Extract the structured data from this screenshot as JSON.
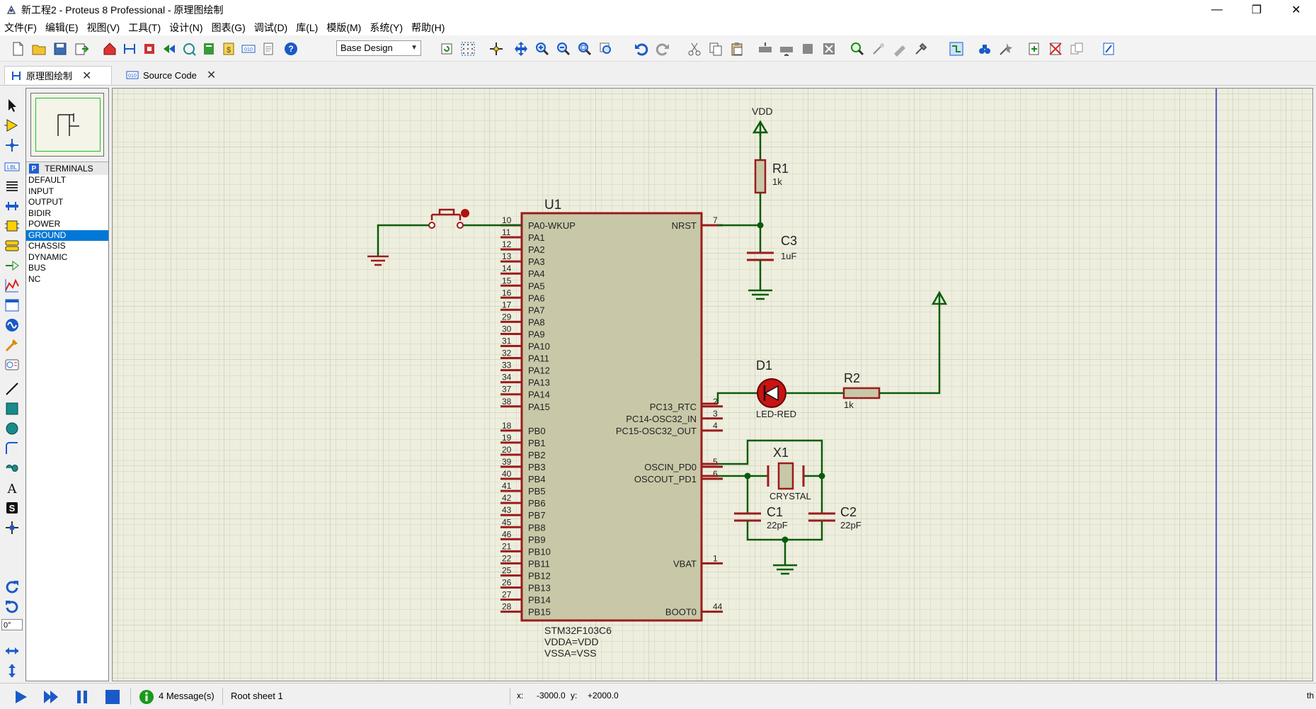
{
  "window": {
    "title": "新工程2 - Proteus 8 Professional - 原理图绘制",
    "minimize": "—",
    "maximize": "❐",
    "close": "✕"
  },
  "menu": [
    "文件(F)",
    "编辑(E)",
    "视图(V)",
    "工具(T)",
    "设计(N)",
    "图表(G)",
    "调试(D)",
    "库(L)",
    "模版(M)",
    "系统(Y)",
    "帮助(H)"
  ],
  "toolbar": {
    "design_select": "Base Design"
  },
  "tabs": [
    {
      "label": "原理图绘制",
      "active": true
    },
    {
      "label": "Source Code",
      "active": false
    }
  ],
  "left_tools": {
    "angle": "0°"
  },
  "terminals": {
    "header_button": "P",
    "header": "TERMINALS",
    "items": [
      "DEFAULT",
      "INPUT",
      "OUTPUT",
      "BIDIR",
      "POWER",
      "GROUND",
      "CHASSIS",
      "DYNAMIC",
      "BUS",
      "NC"
    ],
    "selected": "GROUND"
  },
  "schematic": {
    "u1_ref": "U1",
    "u1_part": "STM32F103C6",
    "u1_vdda": "VDDA=VDD",
    "u1_vssa": "VSSA=VSS",
    "left_pins": [
      {
        "num": "10",
        "name": "PA0-WKUP"
      },
      {
        "num": "11",
        "name": "PA1"
      },
      {
        "num": "12",
        "name": "PA2"
      },
      {
        "num": "13",
        "name": "PA3"
      },
      {
        "num": "14",
        "name": "PA4"
      },
      {
        "num": "15",
        "name": "PA5"
      },
      {
        "num": "16",
        "name": "PA6"
      },
      {
        "num": "17",
        "name": "PA7"
      },
      {
        "num": "29",
        "name": "PA8"
      },
      {
        "num": "30",
        "name": "PA9"
      },
      {
        "num": "31",
        "name": "PA10"
      },
      {
        "num": "32",
        "name": "PA11"
      },
      {
        "num": "33",
        "name": "PA12"
      },
      {
        "num": "34",
        "name": "PA13"
      },
      {
        "num": "37",
        "name": "PA14"
      },
      {
        "num": "38",
        "name": "PA15"
      },
      {
        "num": "18",
        "name": "PB0"
      },
      {
        "num": "19",
        "name": "PB1"
      },
      {
        "num": "20",
        "name": "PB2"
      },
      {
        "num": "39",
        "name": "PB3"
      },
      {
        "num": "40",
        "name": "PB4"
      },
      {
        "num": "41",
        "name": "PB5"
      },
      {
        "num": "42",
        "name": "PB6"
      },
      {
        "num": "43",
        "name": "PB7"
      },
      {
        "num": "45",
        "name": "PB8"
      },
      {
        "num": "46",
        "name": "PB9"
      },
      {
        "num": "21",
        "name": "PB10"
      },
      {
        "num": "22",
        "name": "PB11"
      },
      {
        "num": "25",
        "name": "PB12"
      },
      {
        "num": "26",
        "name": "PB13"
      },
      {
        "num": "27",
        "name": "PB14"
      },
      {
        "num": "28",
        "name": "PB15"
      }
    ],
    "right_pins": [
      {
        "num": "7",
        "name": "NRST",
        "slot": 0
      },
      {
        "num": "2",
        "name": "PC13_RTC",
        "slot": 15
      },
      {
        "num": "3",
        "name": "PC14-OSC32_IN",
        "slot": 16
      },
      {
        "num": "4",
        "name": "PC15-OSC32_OUT",
        "slot": 17
      },
      {
        "num": "5",
        "name": "OSCIN_PD0",
        "slot": 20
      },
      {
        "num": "6",
        "name": "OSCOUT_PD1",
        "slot": 21
      },
      {
        "num": "1",
        "name": "VBAT",
        "slot": 28
      },
      {
        "num": "44",
        "name": "BOOT0",
        "slot": 32
      }
    ],
    "vdd_label": "VDD",
    "r1_ref": "R1",
    "r1_val": "1k",
    "c3_ref": "C3",
    "c3_val": "1uF",
    "d1_ref": "D1",
    "d1_val": "LED-RED",
    "r2_ref": "R2",
    "r2_val": "1k",
    "x1_ref": "X1",
    "x1_val": "CRYSTAL",
    "c1_ref": "C1",
    "c1_val": "22pF",
    "c2_ref": "C2",
    "c2_val": "22pF"
  },
  "status": {
    "messages": "4 Message(s)",
    "sheet": "Root sheet 1",
    "x_label": "x:",
    "x_value": "-3000.0",
    "y_label": "y:",
    "y_value": "+2000.0",
    "right_edge": "th"
  },
  "colors": {
    "wire": "#0a5c0a",
    "component": "#9b1b1b",
    "chip_fill": "#c8c8a8",
    "grid_bg": "#eeeede",
    "grid_line": "#d2d2c0"
  }
}
